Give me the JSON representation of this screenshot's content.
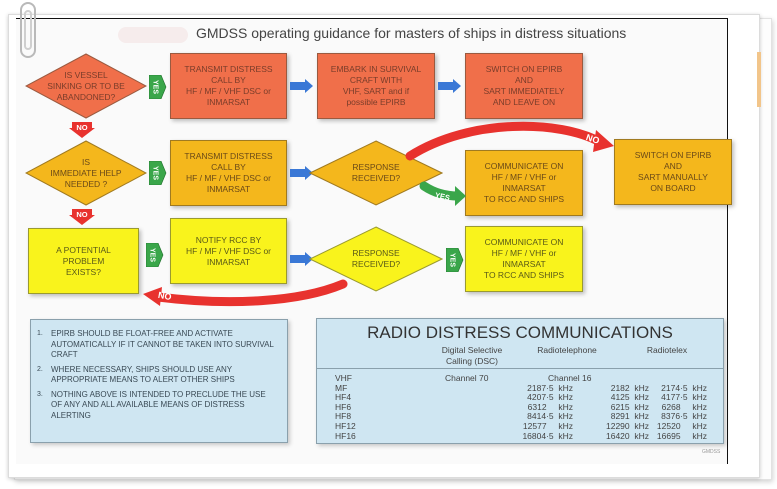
{
  "title": "GMDSS operating guidance for masters of ships in distress situations",
  "colors": {
    "orange": "#f06f4a",
    "amber": "#f4b71c",
    "yellow": "#f9f31c",
    "yes_green": "#3aa64a",
    "no_red": "#e8322e",
    "arrow_blue": "#3a78d6",
    "info_blue": "#cfe6f2"
  },
  "flow": {
    "row1": {
      "question": "IS VESSEL\nSINKING OR TO BE\nABANDONED?",
      "yes_label": "YES",
      "step1": "TRANSMIT DISTRESS\nCALL BY\nHF / MF / VHF DSC or\nINMARSAT",
      "step2": "EMBARK IN SURVIVAL\nCRAFT WITH\nVHF, SART and if\npossible EPIRB",
      "step3": "SWITCH ON EPIRB\nAND\nSART IMMEDIATELY\nAND LEAVE ON",
      "no_label": "NO"
    },
    "row2": {
      "question": "IS\nIMMEDIATE HELP\nNEEDED ?",
      "yes_label": "YES",
      "step1": "TRANSMIT DISTRESS\nCALL BY\nHF / MF / VHF DSC or\nINMARSAT",
      "response_question": "RESPONSE\nRECEIVED?",
      "response_yes_label": "YES",
      "response_yes_step": "COMMUNICATE ON\nHF / MF / VHF or\nINMARSAT\nTO RCC AND SHIPS",
      "response_no_label": "NO",
      "response_no_step": "SWITCH ON EPIRB\nAND\nSART MANUALLY\nON BOARD",
      "no_label": "NO"
    },
    "row3": {
      "question": "A POTENTIAL\nPROBLEM\nEXISTS?",
      "yes_label": "YES",
      "step1": "NOTIFY RCC BY\nHF / MF / VHF DSC or\nINMARSAT",
      "response_question": "RESPONSE\nRECEIVED?",
      "response_yes_label": "YES",
      "response_yes_step": "COMMUNICATE ON\nHF / MF / VHF or\nINMARSAT\nTO RCC AND SHIPS",
      "response_no_label": "NO"
    }
  },
  "notes": [
    {
      "num": "1.",
      "text": "EPIRB SHOULD BE FLOAT-FREE AND ACTIVATE AUTOMATICALLY IF IT CANNOT BE TAKEN INTO SURVIVAL CRAFT"
    },
    {
      "num": "2.",
      "text": "WHERE NECESSARY, SHIPS SHOULD USE ANY APPROPRIATE MEANS TO ALERT OTHER SHIPS"
    },
    {
      "num": "3.",
      "text": "NOTHING  ABOVE IS INTENDED TO PRECLUDE THE USE OF ANY AND ALL AVAILABLE MEANS OF DISTRESS ALERTING"
    }
  ],
  "radio_table": {
    "title": "RADIO DISTRESS COMMUNICATIONS",
    "headers": [
      "",
      "Digital Selective\nCalling (DSC)",
      "Radiotelephone",
      "Radiotelex"
    ],
    "rows": [
      {
        "band": "VHF",
        "dsc": "Channel 70",
        "rt": "Channel 16",
        "telex": ""
      },
      {
        "band": "MF",
        "dsc": "2187·5  kHz",
        "rt": "2182  kHz",
        "telex": "2174·5  kHz"
      },
      {
        "band": "HF4",
        "dsc": "4207·5  kHz",
        "rt": "4125  kHz",
        "telex": "4177·5  kHz"
      },
      {
        "band": "HF6",
        "dsc": "6312     kHz",
        "rt": "6215  kHz",
        "telex": "6268     kHz"
      },
      {
        "band": "HF8",
        "dsc": "8414·5  kHz",
        "rt": "8291  kHz",
        "telex": "8376·5  kHz"
      },
      {
        "band": "HF12",
        "dsc": "12577     kHz",
        "rt": "12290  kHz",
        "telex": "12520     kHz"
      },
      {
        "band": "HF16",
        "dsc": "16804·5  kHz",
        "rt": "16420  kHz",
        "telex": "16695     kHz"
      }
    ]
  },
  "credit": "GMDSS"
}
